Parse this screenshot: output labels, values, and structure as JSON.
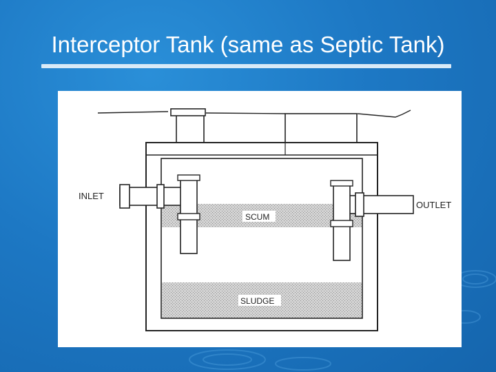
{
  "slide": {
    "title": "Interceptor Tank (same as Septic Tank)"
  },
  "diagram": {
    "labels": {
      "inlet": "INLET",
      "outlet": "OUTLET",
      "scum": "SCUM",
      "sludge": "SLUDGE"
    }
  },
  "colors": {
    "background": "#1d78c4",
    "title_text": "#ffffff",
    "title_rule": "#d9eaf7",
    "panel": "#ffffff",
    "line": "#222222",
    "stipple": "#b9b9b9"
  }
}
